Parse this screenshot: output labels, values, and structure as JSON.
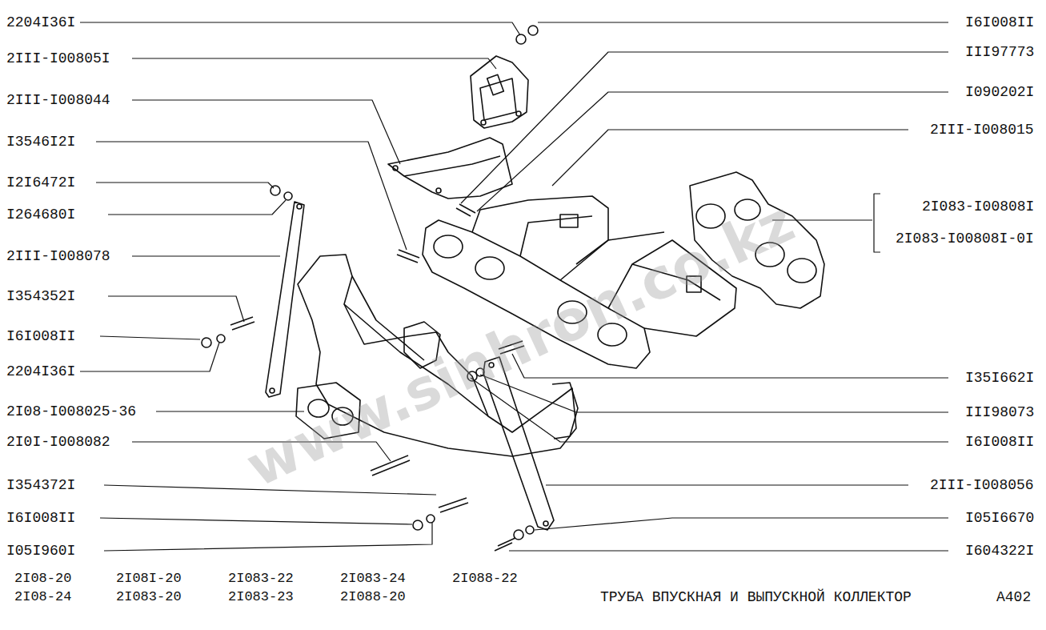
{
  "diagram": {
    "title": "ТРУБА ВПУСКНАЯ И ВЫПУСКНОЙ КОЛЛЕКТОР",
    "labels": [
      "2204I36I",
      "2III-I00805I",
      "2III-I008044",
      "I3546I2I",
      "I2I6472I",
      "I264680I",
      "2III-I008078",
      "I354352I",
      "I6I008II",
      "2204I36I",
      "2I08-I008025-36",
      "2I0I-I008082",
      "I354372I",
      "I6I008II",
      "I05I960I",
      "I6I008II",
      "III97773",
      "I090202I",
      "2III-I008015",
      "2I083-I00808I",
      "2I083-I00808I-0I",
      "I35I662I",
      "III98073",
      "I6I008II",
      "2III-I008056",
      "I05I6670",
      "I604322I",
      "2I08-20",
      "2I08-24",
      "2I08I-20",
      "2I083-20",
      "2I083-22",
      "2I083-23",
      "2I083-24",
      "2I088-20",
      "2I088-22",
      "А402",
      "www.sinhron.co.kz"
    ]
  }
}
